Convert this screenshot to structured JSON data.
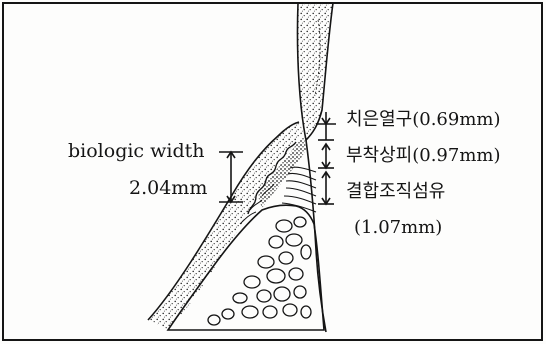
{
  "figure": {
    "labels": {
      "biologic_width": "biologic width",
      "biologic_width_value": "2.04mm",
      "sulcus": "치은열구(0.69mm)",
      "epithelial_attachment": "부착상피(0.97mm)",
      "connective_tissue": "결합조직섬유",
      "connective_tissue_value": "(1.07mm)"
    },
    "colors": {
      "ink": "#151515",
      "paper": "#fdfdfc"
    }
  }
}
